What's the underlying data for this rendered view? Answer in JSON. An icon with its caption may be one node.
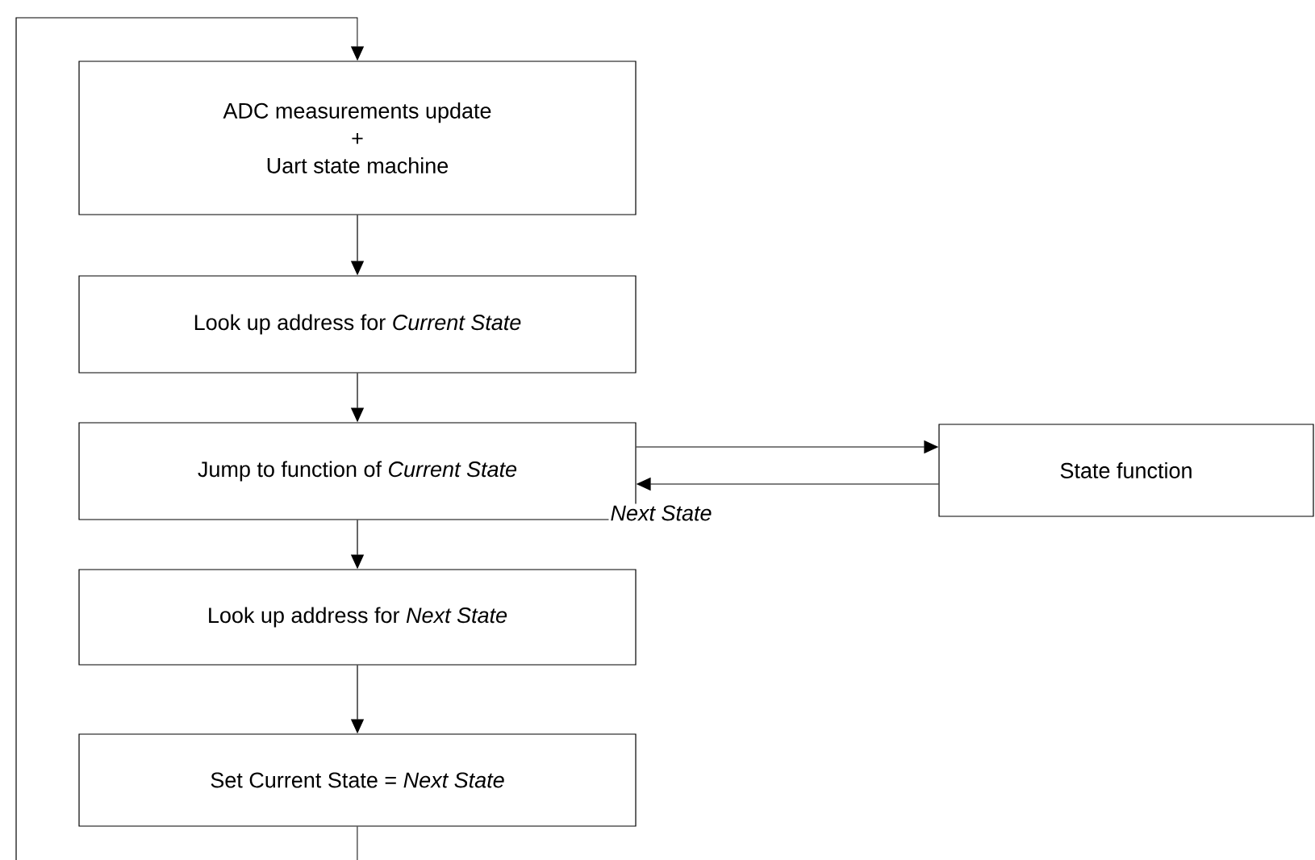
{
  "diagram": {
    "nodes": [
      {
        "text": [
          "ADC measurements update",
          "+",
          "Uart state machine"
        ]
      },
      {
        "text": [
          "Look up address for *Current State*"
        ]
      },
      {
        "text": [
          "Jump to function of *Current State*"
        ]
      },
      {
        "text": [
          "Look up address for *Next State*"
        ]
      },
      {
        "text": [
          "Set Current State = *Next State*"
        ]
      },
      {
        "text": [
          "State function"
        ]
      }
    ],
    "edges": [
      {
        "from": 0,
        "to": 1,
        "arrow": "to"
      },
      {
        "from": 1,
        "to": 2,
        "arrow": "to"
      },
      {
        "from": 2,
        "to": 3,
        "arrow": "to"
      },
      {
        "from": 3,
        "to": 4,
        "arrow": "to"
      },
      {
        "from": 2,
        "to": 5,
        "arrow": "to"
      },
      {
        "from": 5,
        "to": 2,
        "arrow": "to",
        "label": "Next State"
      },
      {
        "from": 4,
        "to": 0,
        "arrow": "to"
      }
    ]
  }
}
